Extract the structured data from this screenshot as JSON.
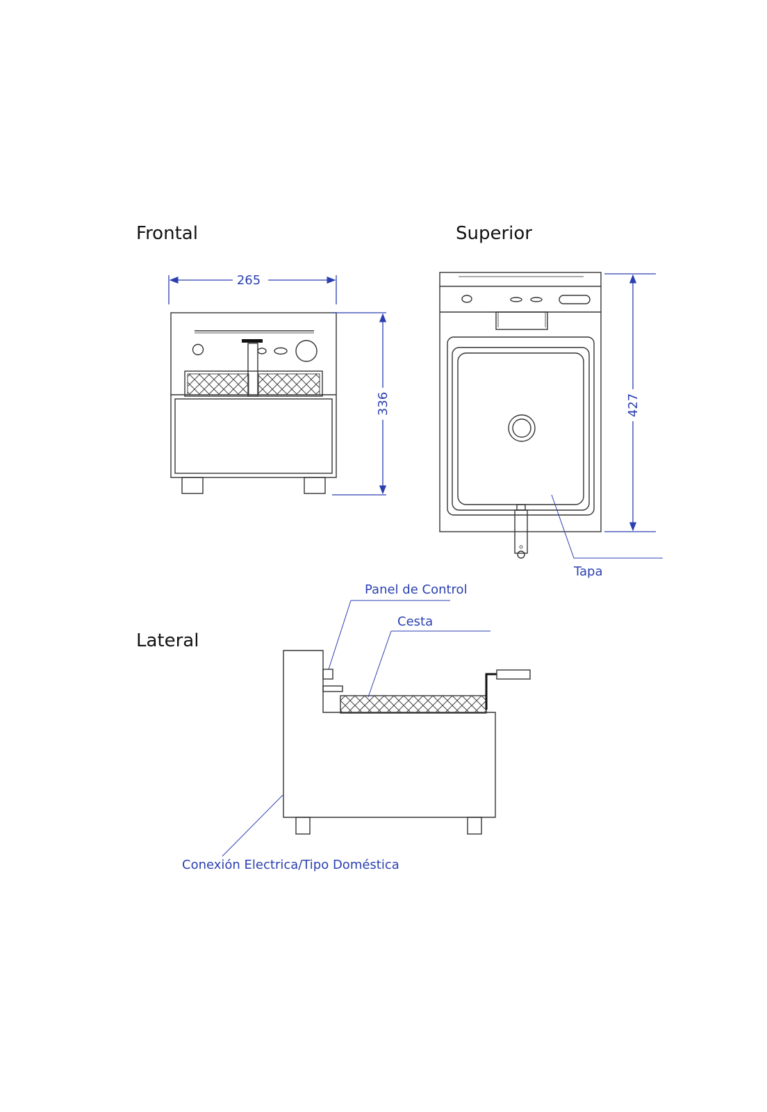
{
  "views": {
    "frontal": {
      "title": "Frontal"
    },
    "superior": {
      "title": "Superior"
    },
    "lateral": {
      "title": "Lateral"
    }
  },
  "dimensions": {
    "width": "265",
    "height": "336",
    "depth": "427"
  },
  "labels": {
    "tapa": "Tapa",
    "panel_control": "Panel de Control",
    "cesta": "Cesta",
    "conexion": "Conexión Electrica/Tipo Doméstica"
  },
  "colors": {
    "annotation": "#2a3fb0",
    "line": "#333333"
  }
}
